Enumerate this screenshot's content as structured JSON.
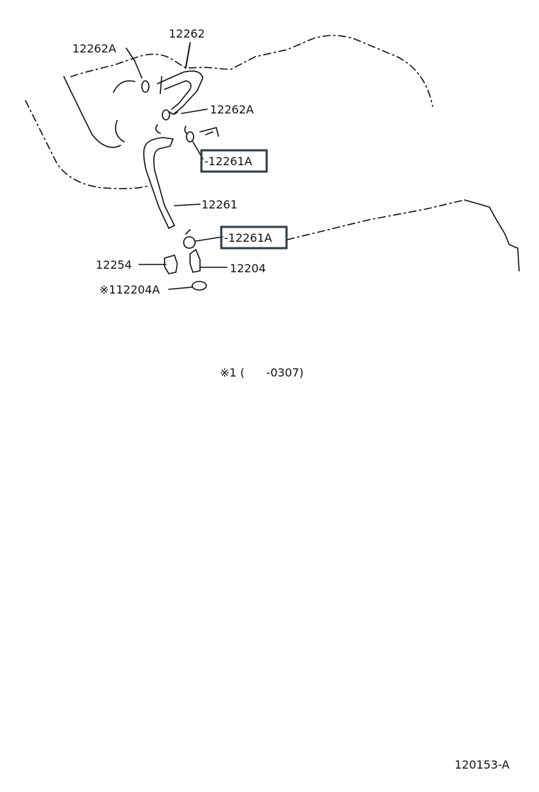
{
  "diagram": {
    "labels": {
      "hose_clamp_upper": "12262A",
      "hose_upper": "12262",
      "hose_clamp_middle": "12262A",
      "clamp_highlight_1": "-12261A",
      "hose_lower": "12261",
      "clamp_highlight_2": "-12261A",
      "bracket": "12254",
      "valve": "12204",
      "gasket": "※112204A"
    },
    "footnote": "※1 (      -0307)",
    "figure_code": "120153-A",
    "colors": {
      "highlight_box": "#2f3e48",
      "line": "#111111"
    }
  }
}
